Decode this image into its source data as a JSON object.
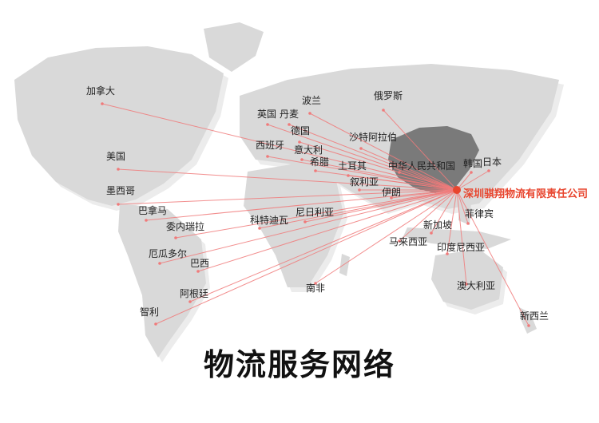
{
  "title": "物流服务网络",
  "origin": {
    "name": "深圳骐翔物流有限责任公司"
  },
  "colors": {
    "land": "#d9d9d9",
    "land_shadow": "#ececec",
    "highlight": "#7a7a7a",
    "route": "#f07a7a",
    "origin_text": "#e8452e",
    "label": "#222222"
  },
  "destinations": [
    "加拿大",
    "美国",
    "墨西哥",
    "巴拿马",
    "委内瑞拉",
    "厄瓜多尔",
    "巴西",
    "阿根廷",
    "智利",
    "英国",
    "丹麦",
    "波兰",
    "德国",
    "西班牙",
    "意大利",
    "希腊",
    "俄罗斯",
    "沙特阿拉伯",
    "土耳其",
    "叙利亚",
    "伊朗",
    "中华人民共和国",
    "韩国",
    "日本",
    "尼日利亚",
    "科特迪瓦",
    "南非",
    "马来西亚",
    "新加坡",
    "菲律宾",
    "印度尼西亚",
    "澳大利亚",
    "新西兰"
  ]
}
